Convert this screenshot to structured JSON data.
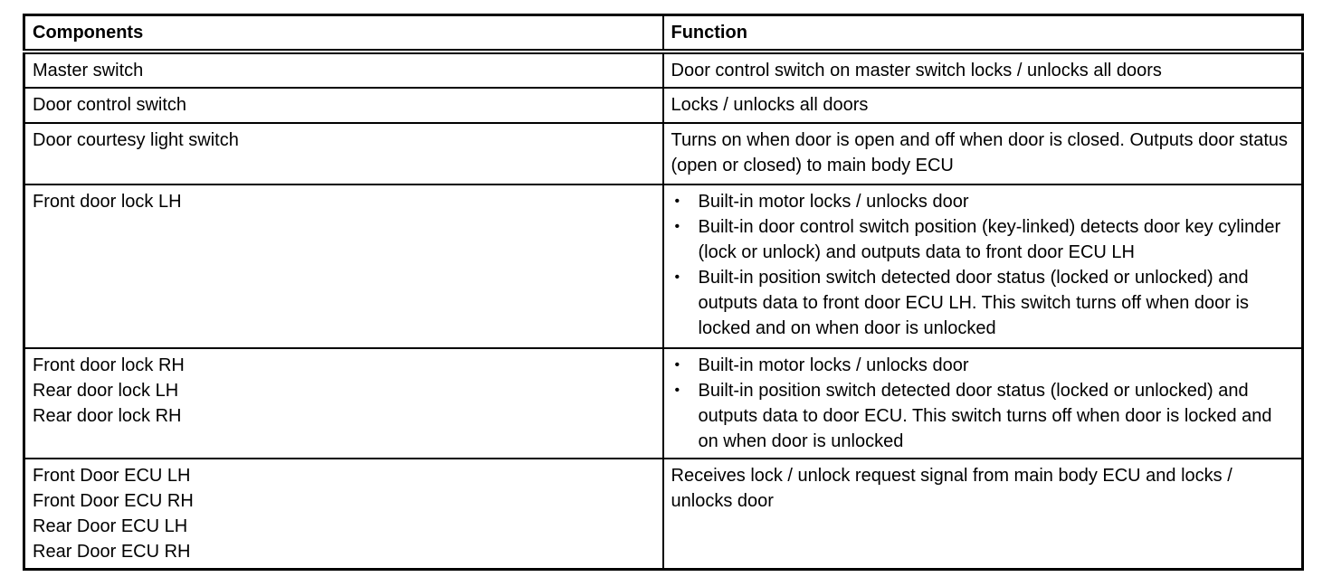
{
  "colors": {
    "border": "#000000",
    "text": "#000000",
    "background": "#ffffff"
  },
  "bullet_char": "•",
  "table": {
    "headers": {
      "components": "Components",
      "function": "Function"
    },
    "rows": [
      {
        "components": [
          "Master switch"
        ],
        "function_text": "Door control switch on master switch locks / unlocks all doors"
      },
      {
        "components": [
          "Door control switch"
        ],
        "function_text": "Locks / unlocks all doors"
      },
      {
        "components": [
          "Door courtesy light switch"
        ],
        "function_text": "Turns on when door is open and off when door is closed. Outputs door status (open or closed) to main body ECU"
      },
      {
        "components": [
          "Front door lock LH"
        ],
        "function_bullets": [
          "Built-in motor locks / unlocks door",
          "Built-in door control switch position (key-linked) detects door key cylinder (lock or unlock) and outputs data to front door ECU LH",
          "Built-in position switch detected door status (locked or unlocked) and outputs data to front door ECU LH. This switch turns off when door is locked and on when door is unlocked"
        ]
      },
      {
        "components": [
          "Front door lock RH",
          "Rear door lock LH",
          "Rear door lock RH"
        ],
        "function_bullets": [
          "Built-in motor locks / unlocks door",
          "Built-in position switch detected door status (locked or unlocked) and outputs data to door ECU. This switch turns off when door is locked and on when door is unlocked"
        ]
      },
      {
        "components": [
          "Front Door ECU LH",
          "Front Door ECU RH",
          "Rear Door ECU LH",
          "Rear Door ECU RH"
        ],
        "function_text": "Receives lock / unlock request signal from main body ECU and locks / unlocks door"
      }
    ]
  }
}
